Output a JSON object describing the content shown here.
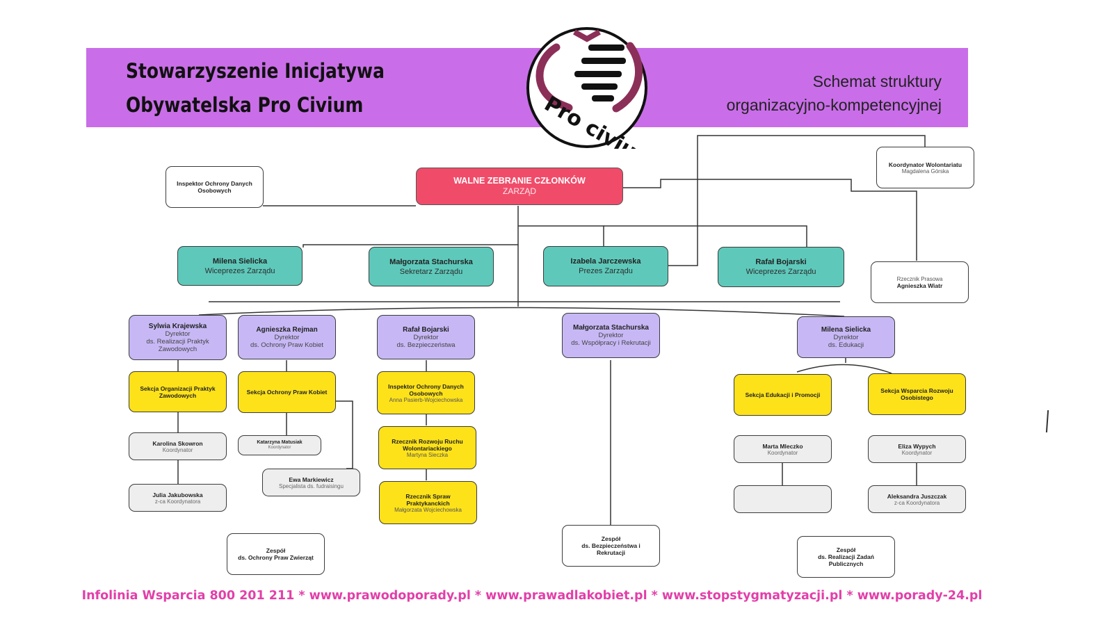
{
  "header": {
    "org_line1": "Stowarzyszenie Inicjatywa",
    "org_line2": "Obywatelska Pro Civium",
    "subtitle_line1": "Schemat struktury",
    "subtitle_line2": "organizacyjno-kompetencyjnej",
    "logo_text": "Pro civium"
  },
  "colors": {
    "banner": "#c96ee8",
    "walne": "#f04c6a",
    "teal": "#5ec9bb",
    "lavender": "#c7b8f5",
    "yellow": "#fde21a",
    "grey": "#eeeeee",
    "footer": "#e23fa9",
    "logo_heart": "#8c2f58"
  },
  "nodes": {
    "walne": {
      "name": "WALNE ZEBRANIE CZŁONKÓW",
      "role": "ZARZĄD"
    },
    "iodo_top": {
      "name": "Inspektor Ochrony Danych Osobowych",
      "role": ""
    },
    "koordynator_wol": {
      "name": "Koordynator Wolontariatu",
      "role": "Magdalena Górska"
    },
    "rzecznik_prasowy": {
      "name": "Agnieszka Wiatr",
      "role": "Rzecznik Prasowa"
    },
    "board": [
      {
        "name": "Milena Sielicka",
        "role": "Wiceprezes Zarządu"
      },
      {
        "name": "Małgorzata Stachurska",
        "role": "Sekretarz Zarządu"
      },
      {
        "name": "Izabela Jarczewska",
        "role": "Prezes Zarządu"
      },
      {
        "name": "Rafał Bojarski",
        "role": "Wiceprezes Zarządu"
      }
    ],
    "directors": [
      {
        "name": "Sylwia Krajewska",
        "role1": "Dyrektor",
        "role2": "ds. Realizacji Praktyk Zawodowych"
      },
      {
        "name": "Agnieszka Rejman",
        "role1": "Dyrektor",
        "role2": "ds. Ochrony Praw Kobiet"
      },
      {
        "name": "Rafał Bojarski",
        "role1": "Dyrektor",
        "role2": "ds. Bezpieczeństwa"
      },
      {
        "name": "Małgorzata Stachurska",
        "role1": "Dyrektor",
        "role2": "ds. Współpracy i Rekrutacji"
      },
      {
        "name": "Milena Sielicka",
        "role1": "Dyrektor",
        "role2": "ds. Edukacji"
      }
    ],
    "sections": {
      "praktyk": {
        "name": "Sekcja Organizacji Praktyk Zawodowych",
        "role": ""
      },
      "kobiet": {
        "name": "Sekcja Ochrony Praw Kobiet",
        "role": ""
      },
      "iodo": {
        "name": "Inspektor Ochrony Danych Osobowych",
        "role": "Anna Pasierb-Wojciechowska"
      },
      "rzecznik_wol": {
        "name": "Rzecznik Rozwoju Ruchu Wolontariackiego",
        "role": "Martyna Sieczka"
      },
      "rzecznik_prakt": {
        "name": "Rzecznik Spraw Praktykanckich",
        "role": "Małgorzata Wojciechowska"
      },
      "edukacji": {
        "name": "Sekcja Edukacji i Promocji",
        "role": ""
      },
      "wsparcia": {
        "name": "Sekcja Wsparcia Rozwoju Osobistego",
        "role": ""
      }
    },
    "people": {
      "karolina": {
        "name": "Karolina Skowron",
        "role": "Koordynator"
      },
      "julia": {
        "name": "Julia Jakubowska",
        "role": "z-ca Koordynatora"
      },
      "katarzyna": {
        "name": "Katarzyna Matusiak",
        "role": "Koordynator"
      },
      "ewa": {
        "name": "Ewa Markiewicz",
        "role": "Specjalista ds. fudraisingu"
      },
      "marta": {
        "name": "Marta Mleczko",
        "role": "Koordynator"
      },
      "empty": {
        "name": "",
        "role": ""
      },
      "eliza": {
        "name": "Eliza Wypych",
        "role": "Koordynator"
      },
      "aleksandra": {
        "name": "Aleksandra Juszczak",
        "role": "z-ca Koordynatora"
      }
    },
    "teams": {
      "zwierzat": {
        "line1": "Zespół",
        "line2": "ds. Ochrony Praw Zwierząt"
      },
      "bezpieczenstwa": {
        "line1": "Zespół",
        "line2": "ds. Bezpieczeństwa i Rekrutacji"
      },
      "zadan": {
        "line1": "Zespół",
        "line2": "ds. Realizacji Zadań Publicznych"
      }
    }
  },
  "footer": {
    "text": "Infolinia Wsparcia 800 201 211 * www.prawodoporady.pl * www.prawadlakobiet.pl * www.stopstygmatyzacji.pl * www.porady-24.pl"
  }
}
